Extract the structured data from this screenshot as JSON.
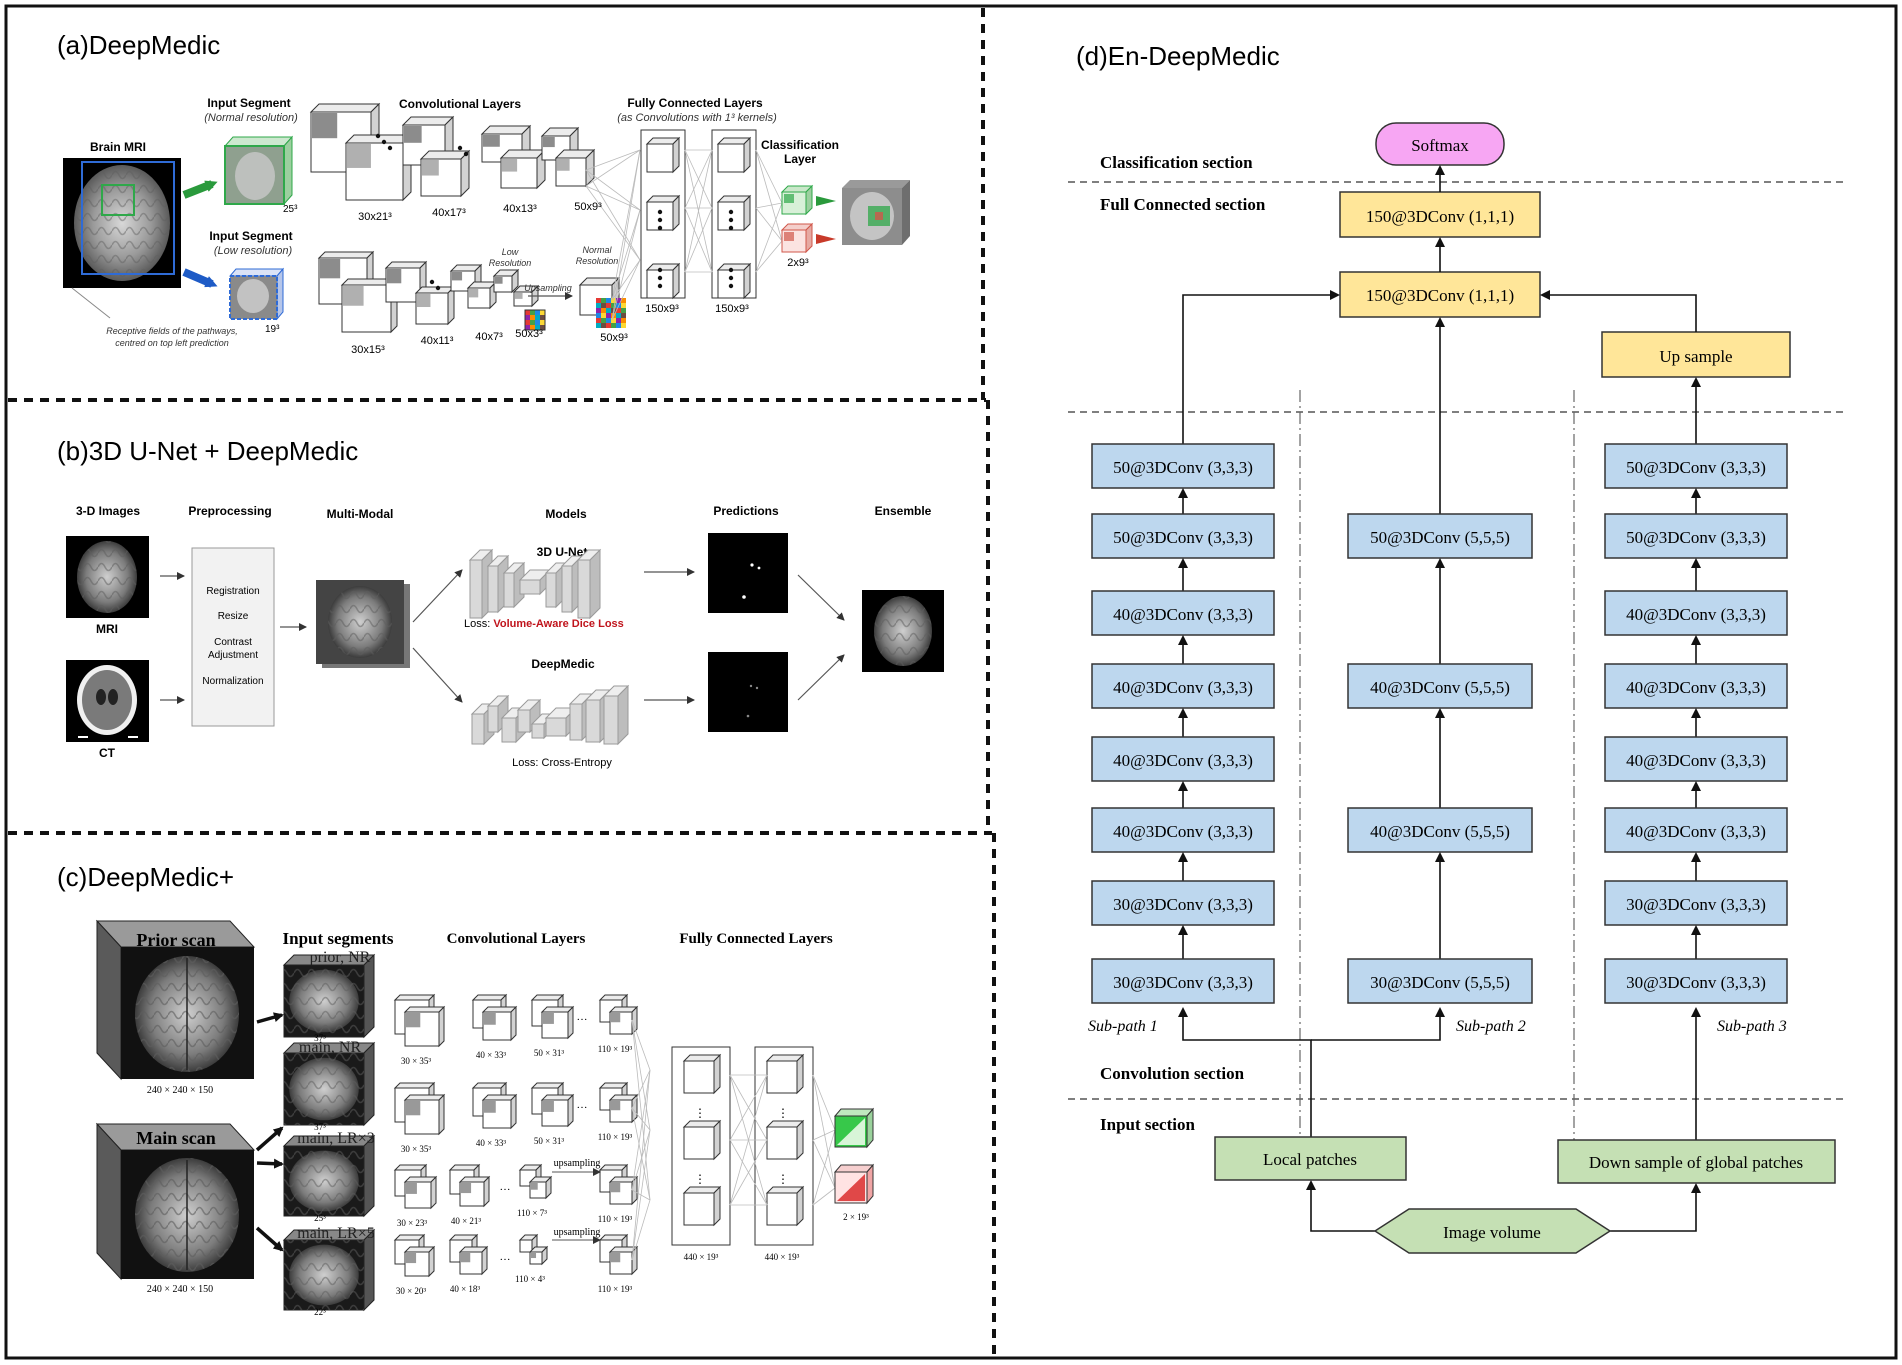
{
  "panels": {
    "a": {
      "title": "(a)DeepMedic",
      "brain_mri": "Brain MRI",
      "input_normal": "Input Segment",
      "input_normal_sub": "(Normal resolution)",
      "conv_layers": "Convolutional Layers",
      "fc_layers": "Fully Connected Layers",
      "fc_sub": "(as Convolutions with 1³ kernels)",
      "class_layer_1": "Classification",
      "class_layer_2": "Layer",
      "input_low": "Input Segment",
      "input_low_sub": "(Low resolution)",
      "low_res_1": "Low",
      "low_res_2": "Resolution",
      "normal_res_1": "Normal",
      "normal_res_2": "Resolution",
      "upsampling": "Upsampling",
      "receptive_1": "Receptive fields of the pathways,",
      "receptive_2": "centred on top left prediction",
      "dims": {
        "in_top": "25³",
        "c1_top": "30x21³",
        "c2_top": "40x17³",
        "c3_top": "40x13³",
        "c4_top": "50x9³",
        "fc1": "150x9³",
        "fc2": "150x9³",
        "cls": "2x9³",
        "in_low": "19³",
        "c1_low": "30x15³",
        "c2_low": "40x11³",
        "c3_low": "40x7³",
        "c4_low": "50x3³",
        "up": "50x9³"
      }
    },
    "b": {
      "title": "(b)3D U-Net + DeepMedic",
      "col_images": "3-D Images",
      "col_pre": "Preprocessing",
      "col_multi": "Multi-Modal",
      "col_models": "Models",
      "col_pred": "Predictions",
      "col_ens": "Ensemble",
      "mri": "MRI",
      "ct": "CT",
      "steps": [
        "Registration",
        "Resize",
        "Contrast",
        "Adjustment",
        "Normalization"
      ],
      "unet": "3D U-Net",
      "unet_loss_prefix": "Loss: ",
      "unet_loss": "Volume-Aware Dice Loss",
      "deepmedic": "DeepMedic",
      "dm_loss": "Loss: Cross-Entropy",
      "loss_color": "#c0141c"
    },
    "c": {
      "title": "(c)DeepMedic+",
      "prior_scan": "Prior scan",
      "main_scan": "Main scan",
      "scan_dim_1": "240 × 240 × 150",
      "scan_dim_2": "240 × 240 × 150",
      "input_segments": "Input segments",
      "conv_layers": "Convolutional Layers",
      "fc_layers": "Fully Connected Layers",
      "seg_labels": [
        "prior, NR",
        "main, NR",
        "main, LR×3",
        "main, LR×5"
      ],
      "seg_dims": [
        "37³",
        "37³",
        "25³",
        "22³"
      ],
      "row1": [
        "30 × 35³",
        "40 × 33³",
        "50 × 31³",
        "110 × 19³"
      ],
      "row2": [
        "30 × 35³",
        "40 × 33³",
        "50 × 31³",
        "110 × 19³"
      ],
      "row3": [
        "30 × 23³",
        "40 × 21³",
        "110 × 7³",
        "110 × 19³"
      ],
      "row4": [
        "30 × 20³",
        "40 × 18³",
        "110 × 4³",
        "110 × 19³"
      ],
      "upsampling": "upsampling",
      "fc_dims": [
        "440 × 19³",
        "440 × 19³"
      ],
      "out_dim": "2 × 19³"
    },
    "d": {
      "title": "(d)En-DeepMedic",
      "sections": {
        "classification": "Classification section",
        "full_connected": "Full Connected section",
        "convolution": "Convolution section",
        "input": "Input section"
      },
      "softmax": "Softmax",
      "fc_top": "150@3DConv (1,1,1)",
      "fc_mid": "150@3DConv (1,1,1)",
      "upsample": "Up sample",
      "path1": [
        "50@3DConv (3,3,3)",
        "50@3DConv (3,3,3)",
        "40@3DConv (3,3,3)",
        "40@3DConv (3,3,3)",
        "40@3DConv (3,3,3)",
        "40@3DConv (3,3,3)",
        "30@3DConv (3,3,3)",
        "30@3DConv (3,3,3)"
      ],
      "path2": [
        "50@3DConv (5,5,5)",
        "40@3DConv (5,5,5)",
        "40@3DConv (5,5,5)",
        "30@3DConv (5,5,5)"
      ],
      "path3": [
        "50@3DConv (3,3,3)",
        "50@3DConv (3,3,3)",
        "40@3DConv (3,3,3)",
        "40@3DConv (3,3,3)",
        "40@3DConv (3,3,3)",
        "40@3DConv (3,3,3)",
        "30@3DConv (3,3,3)",
        "30@3DConv (3,3,3)"
      ],
      "subpath": [
        "Sub-path 1",
        "Sub-path 2",
        "Sub-path 3"
      ],
      "local_patches": "Local patches",
      "down_sample": "Down sample of global patches",
      "image_volume": "Image volume",
      "colors": {
        "softmax": "#f7a6f3",
        "fc": "#ffe699",
        "conv": "#bdd7ee",
        "input": "#c5e0b4"
      }
    }
  }
}
